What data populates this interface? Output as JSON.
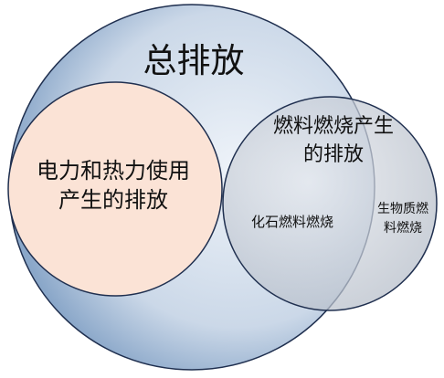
{
  "labels": {
    "total": "总排放",
    "electricity_line1": "电力和热力使用",
    "electricity_line2": "产生的排放",
    "fuel_line1": "燃料燃烧产生",
    "fuel_line2": "的排放",
    "fossil": "化石燃料燃烧",
    "biomass_line1": "生物质燃",
    "biomass_line2": "料燃烧"
  },
  "colors": {
    "outline": "#1f2f4f",
    "outer_fill_light": "#eef3f9",
    "outer_fill_dark": "#8aa7c9",
    "electricity_fill": "#fbe3d6",
    "fuel_fill_light": "#e6e9ee",
    "fuel_fill_dark": "#b2bac6"
  }
}
